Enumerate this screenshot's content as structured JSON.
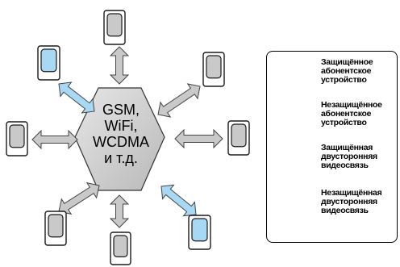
{
  "hub": {
    "lines": [
      "GSM,",
      "WiFi,",
      "WCDMA",
      "и т.д."
    ]
  },
  "legend": {
    "secure_device": "Защищённое абонентское устройство",
    "insecure_device": "Незащищённое абонентское устройство",
    "secure_link": "Защищённая двусторонняя видеосвязь",
    "insecure_link": "Незащищённая двусторонняя видеосвязь"
  },
  "colors": {
    "secure_fill": "#a8d8f4",
    "insecure_fill": "#c9c9c9",
    "hub_fill": "#cfcfcf",
    "device_body": "#ffffff",
    "outline": "#1a1a1a"
  }
}
